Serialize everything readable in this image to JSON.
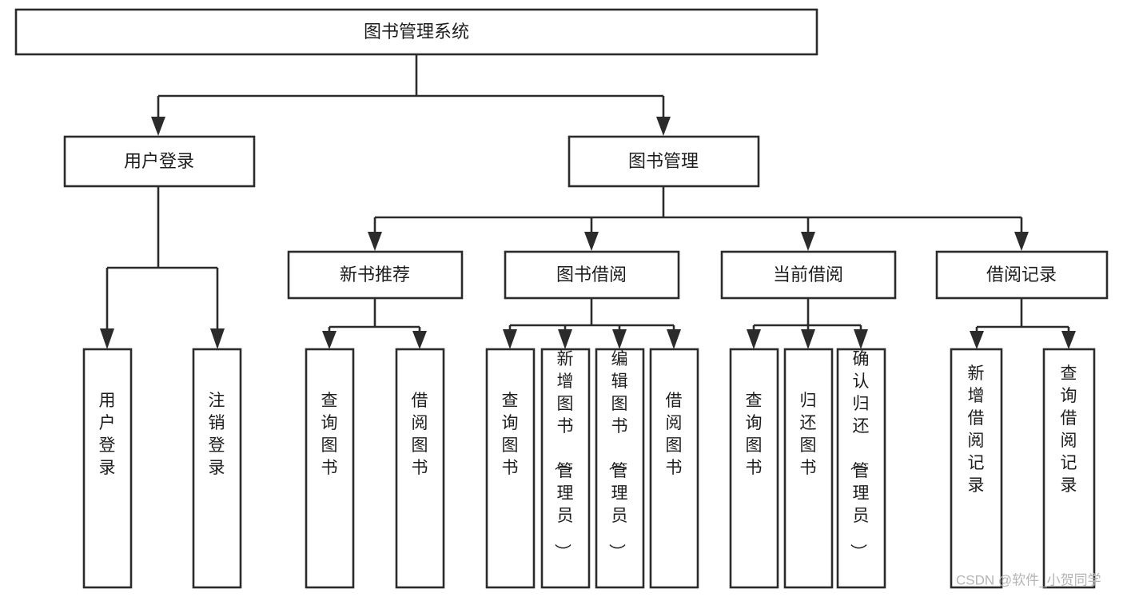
{
  "diagram": {
    "type": "tree",
    "title": "图书管理系统",
    "watermark": "CSDN @软件_小贺同学",
    "colors": {
      "box_stroke": "#2b2b2b",
      "box_fill": "#ffffff",
      "text": "#1d1d1d",
      "connector": "#2b2b2b",
      "watermark": "#b4b4b4",
      "background": "#ffffff"
    },
    "levels": {
      "root": {
        "label": "图书管理系统"
      },
      "level1": [
        {
          "label": "用户登录"
        },
        {
          "label": "图书管理"
        }
      ],
      "level2": [
        {
          "label": "新书推荐"
        },
        {
          "label": "图书借阅"
        },
        {
          "label": "当前借阅"
        },
        {
          "label": "借阅记录"
        }
      ],
      "leaves": {
        "user_login": [
          {
            "label": "用户登录"
          },
          {
            "label": "注销登录"
          }
        ],
        "new_book_recommend": [
          {
            "label": "查询图书"
          },
          {
            "label": "借阅图书"
          }
        ],
        "book_borrow": [
          {
            "label": "查询图书"
          },
          {
            "label": "新增图书（管理员）"
          },
          {
            "label": "编辑图书（管理员）"
          },
          {
            "label": "借阅图书"
          }
        ],
        "current_borrow": [
          {
            "label": "查询图书"
          },
          {
            "label": "归还图书"
          },
          {
            "label": "确认归还（管理员）"
          }
        ],
        "borrow_record": [
          {
            "label": "新增借阅记录"
          },
          {
            "label": "查询借阅记录"
          }
        ]
      }
    }
  }
}
